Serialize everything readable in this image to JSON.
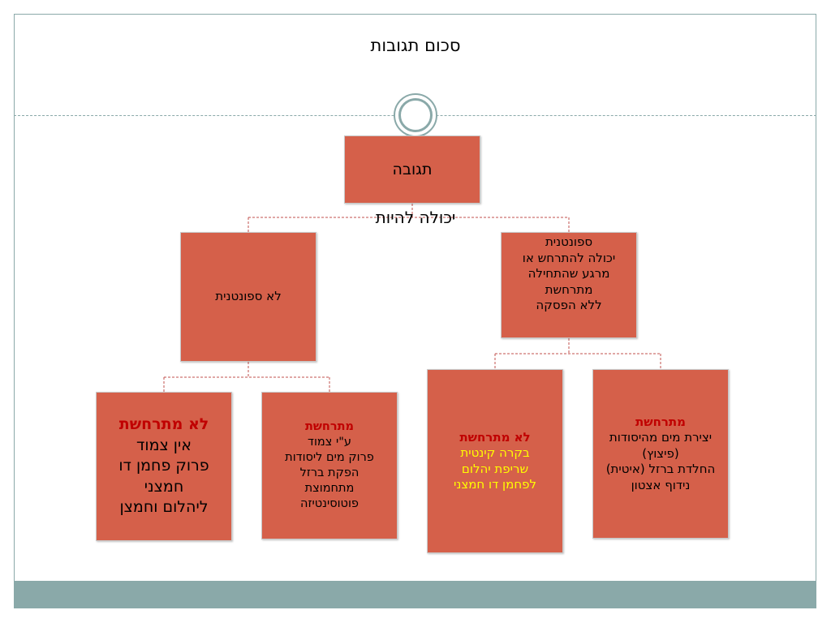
{
  "slide": {
    "title": "סכום תגובות"
  },
  "diagram": {
    "root": {
      "label": "תגובה"
    },
    "edge_label": "יכולה להיות",
    "spontaneous": {
      "lines": [
        "ספונטנית",
        "יכולה להתרחש או",
        "מרגע שהתחילה",
        "מתרחשת",
        "ללא הפסקה"
      ]
    },
    "non_spontaneous": {
      "label": "לא ספונטנית"
    },
    "spont_occurs": {
      "header": "מתרחשת",
      "lines": [
        "יצירת מים מהיסודות",
        "(פיצוץ)",
        "החלדת ברזל (איטית)",
        "נידוף אצטון"
      ]
    },
    "spont_not_occurs": {
      "header": "לא מתרחשת",
      "lines": [
        "בקרה קינטית",
        "שריפת יהלום",
        "לפחמן דו חמצני"
      ]
    },
    "nonspont_occurs": {
      "header": "מתרחשת",
      "lines": [
        "ע\"י צמוד",
        "פרוק מים ליסודות",
        "הפקת ברזל",
        "מתחמוצת",
        "פוטוסינטיזה"
      ]
    },
    "nonspont_not_occurs": {
      "header": "לא מתרחשת",
      "lines": [
        "אין צמוד",
        "פרוק פחמן דו",
        "חמצני",
        "ליהלום וחמצן"
      ]
    }
  },
  "colors": {
    "box_fill": "#d5604a",
    "accent_teal": "#8aa9a9",
    "connector": "#c0504d",
    "header_red": "#c00000",
    "text_yellow": "#ffff00"
  }
}
